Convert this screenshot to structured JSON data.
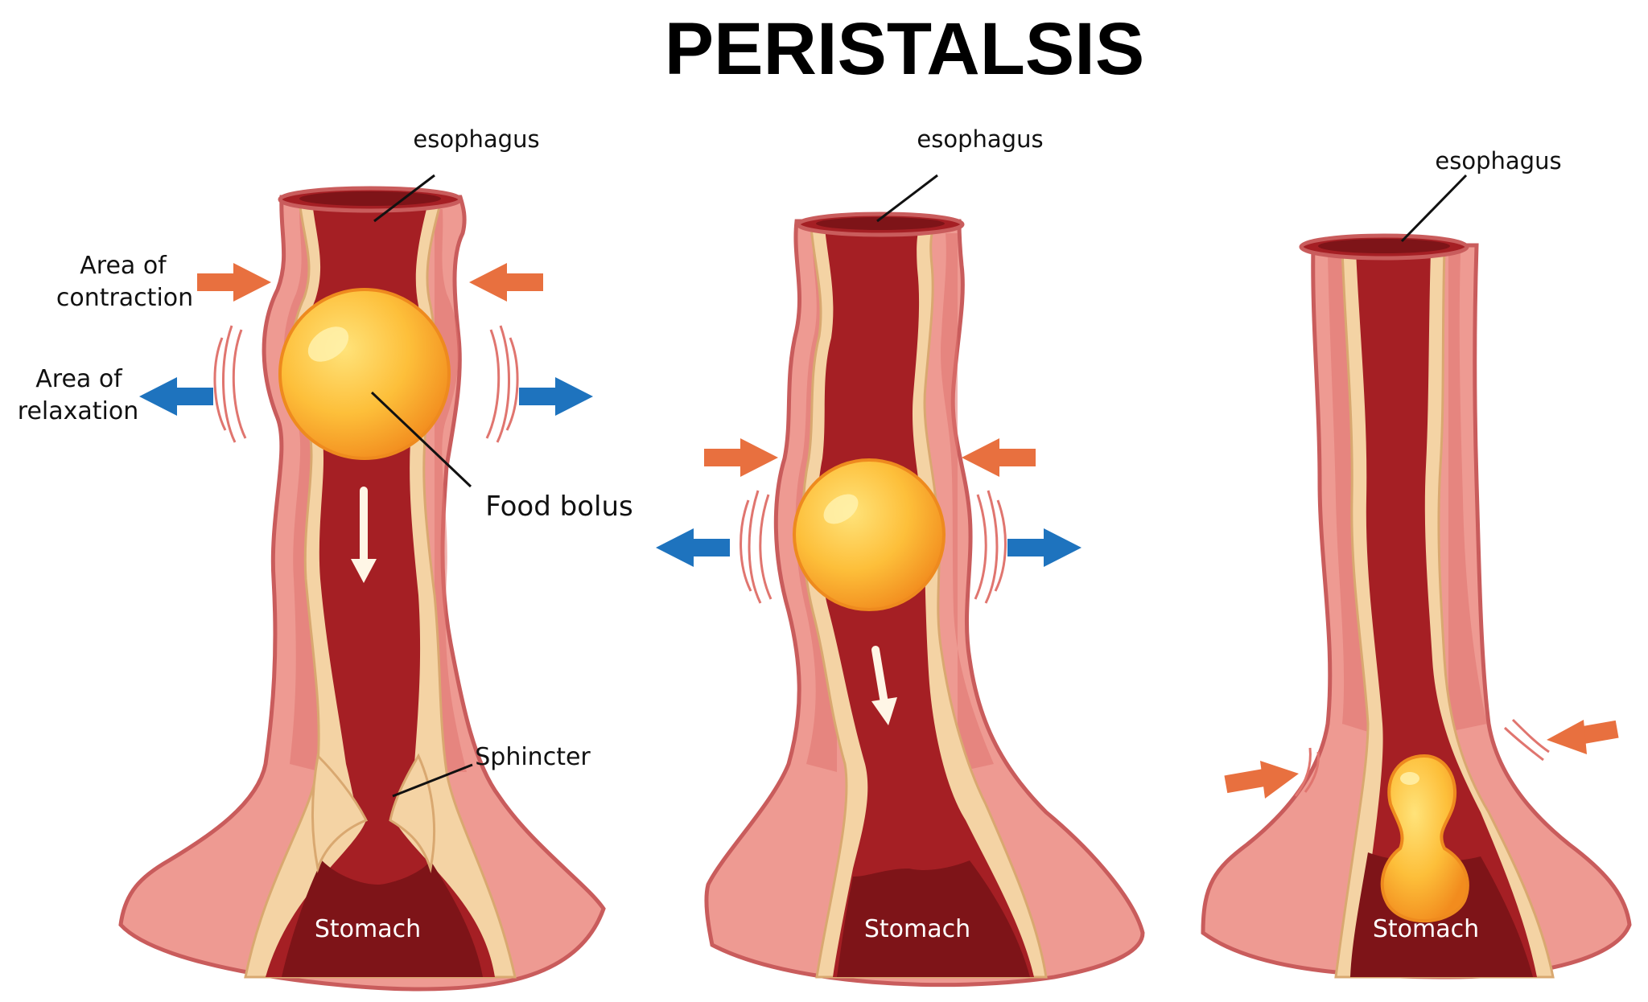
{
  "title": "PERISTALSIS",
  "panels": [
    {
      "esophagus_label": "esophagus",
      "contraction_label_line1": "Area of",
      "contraction_label_line2": "contraction",
      "relaxation_label_line1": "Area of",
      "relaxation_label_line2": "relaxation",
      "bolus_label": "Food bolus",
      "sphincter_label": "Sphincter",
      "stomach_label": "Stomach"
    },
    {
      "esophagus_label": "esophagus",
      "stomach_label": "Stomach"
    },
    {
      "esophagus_label": "esophagus",
      "stomach_label": "Stomach"
    }
  ],
  "colors": {
    "outer_wall": "#EE9A92",
    "outer_wall_dark": "#E0756F",
    "wall_edge": "#C95C5C",
    "inner_lining": "#F4D3A4",
    "lumen": "#A51F24",
    "lumen_dark": "#7E1418",
    "bolus": "#FBB03B",
    "bolus_light": "#FFD45C",
    "contraction_arrow": "#E8703F",
    "relaxation_arrow": "#1E73BE",
    "motion_arrow": "#FFF6E6"
  }
}
